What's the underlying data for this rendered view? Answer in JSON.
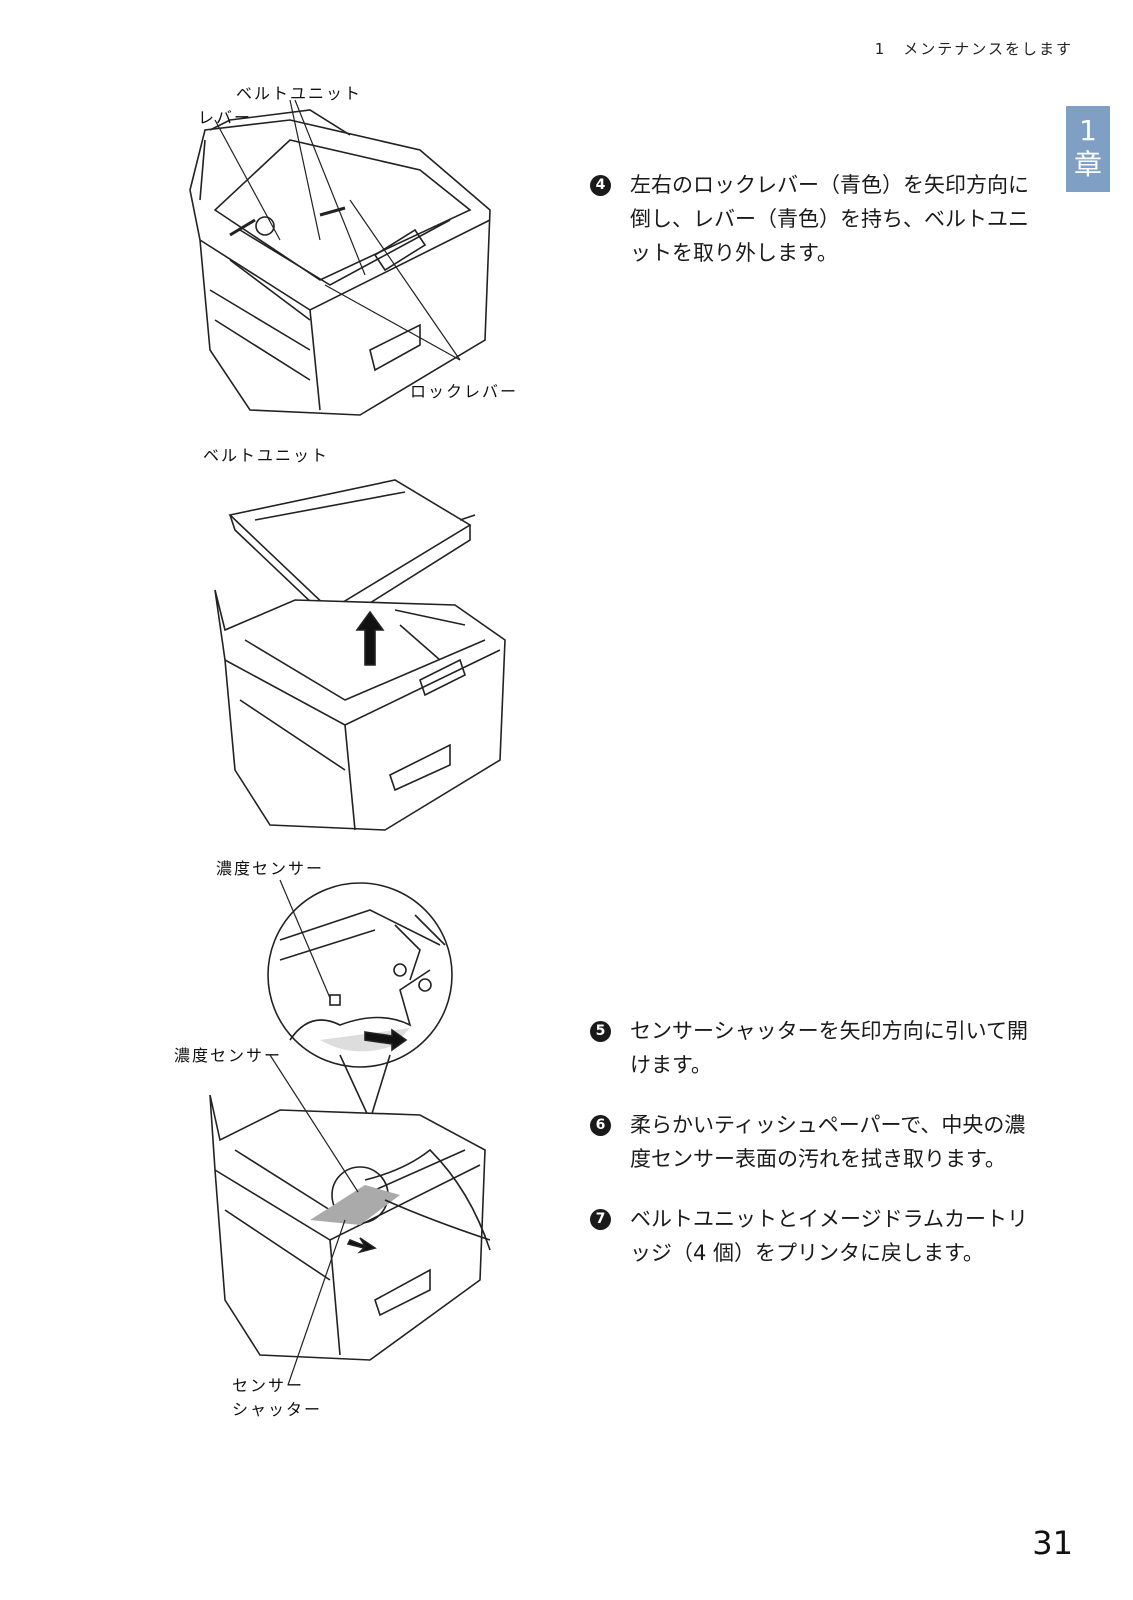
{
  "header": {
    "running_title": "1　メンテナンスをします"
  },
  "chapter_tab": {
    "number": "1",
    "suffix": "章"
  },
  "figures": {
    "fig1": {
      "label_belt": "ベルトユニット",
      "label_lever": "レバー",
      "label_lock": "ロックレバー"
    },
    "fig2": {
      "label_belt": "ベルトユニット"
    },
    "fig3": {
      "label_sensor_zoom": "濃度センサー",
      "label_sensor": "濃度センサー",
      "label_shutter_1": "センサー",
      "label_shutter_2": "シャッター"
    }
  },
  "steps": [
    {
      "num": "4",
      "text": "左右のロックレバー（青色）を矢印方向に倒し、レバー（青色）を持ち、ベルトユニットを取り外します。"
    },
    {
      "num": "5",
      "text": "センサーシャッターを矢印方向に引いて開けます。"
    },
    {
      "num": "6",
      "text": "柔らかいティッシュペーパーで、中央の濃度センサー表面の汚れを拭き取ります。"
    },
    {
      "num": "7",
      "text": "ベルトユニットとイメージドラムカートリッジ（4 個）をプリンタに戻します。"
    }
  ],
  "page_number": "31"
}
